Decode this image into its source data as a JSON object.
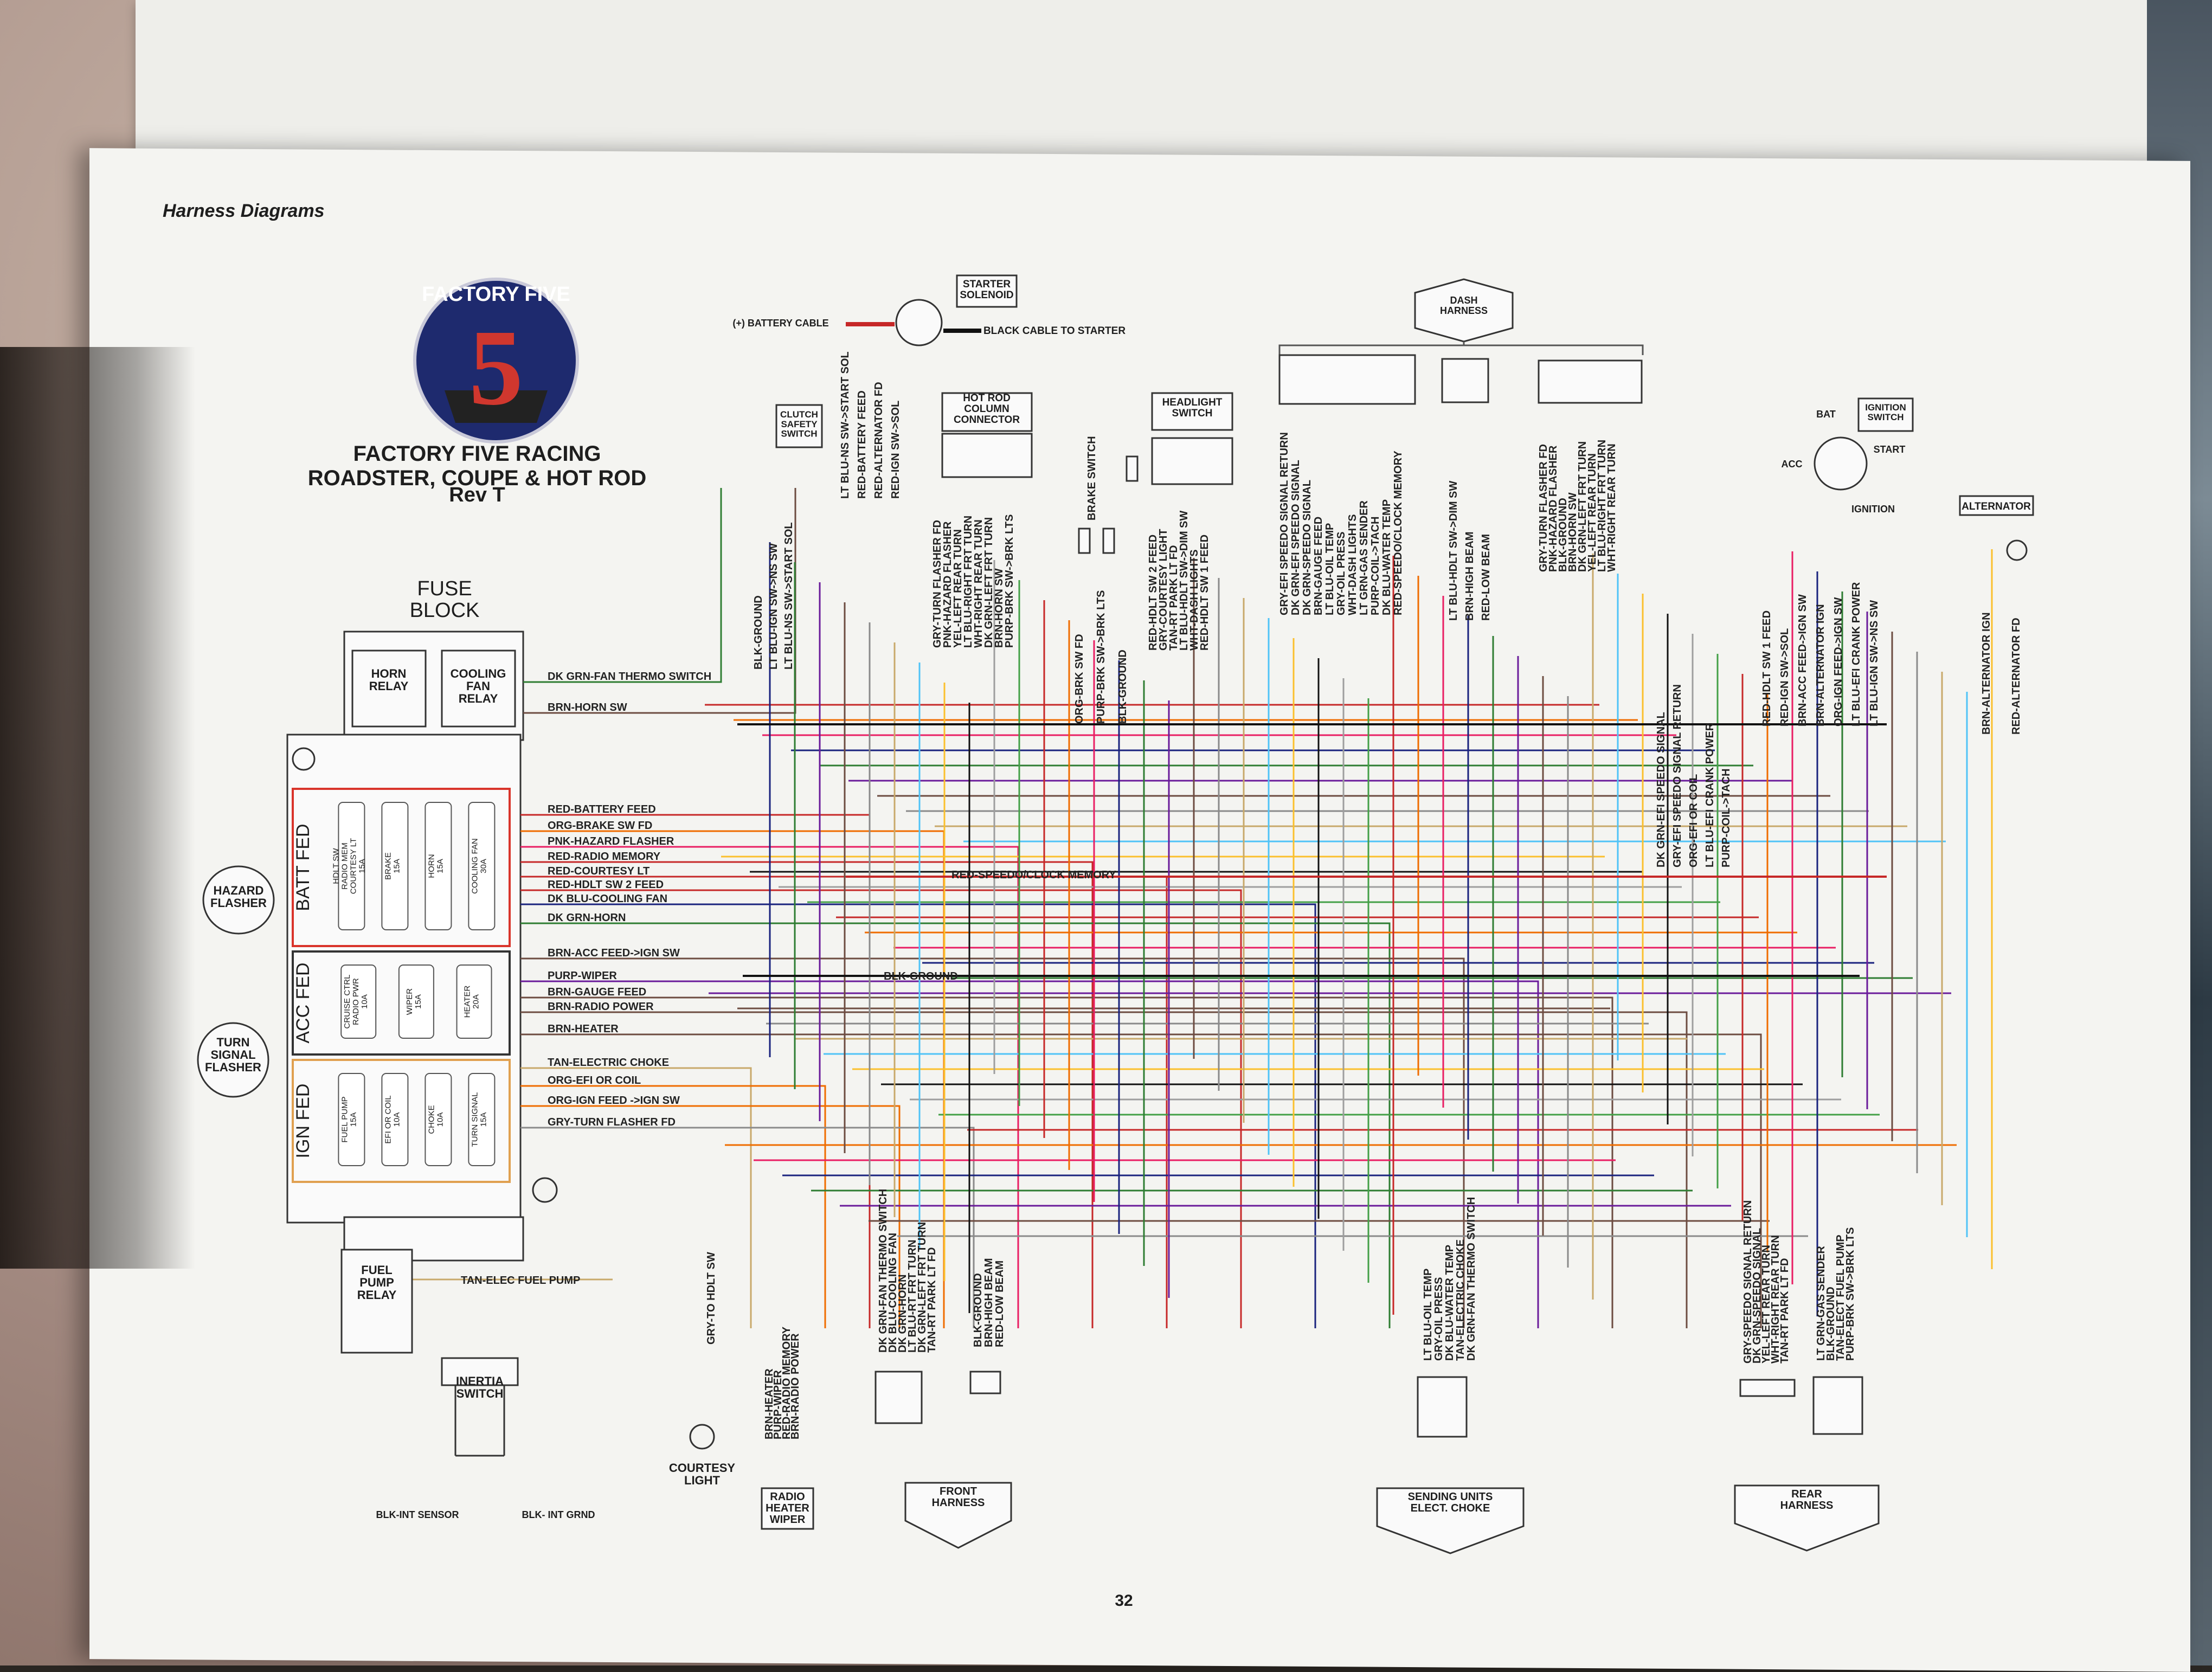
{
  "header": {
    "section": "Harness Diagrams"
  },
  "logo": {
    "text": "FACTORY FIVE",
    "numeral": "5"
  },
  "title": {
    "line1": "FACTORY FIVE RACING",
    "line2": "ROADSTER, COUPE & HOT ROD",
    "line3": "Rev T"
  },
  "fuse_block": {
    "title": "FUSE\nBLOCK",
    "relays": [
      "HORN\nRELAY",
      "COOLING\nFAN\nRELAY"
    ],
    "sections": [
      {
        "name": "BATT FED",
        "fuses": [
          "HDLT SW\nRADIO MEM\nCOURTESY LT\n15A",
          "BRAKE\n15A",
          "HORN\n15A",
          "COOLING FAN\n30A"
        ]
      },
      {
        "name": "ACC FED",
        "fuses": [
          "CRUISE CTRL\nRADIO PWR\n10A",
          "WIPER\n15A",
          "HEATER\n20A"
        ]
      },
      {
        "name": "IGN FED",
        "fuses": [
          "FUEL PUMP\n15A",
          "EFI OR COIL\n10A",
          "CHOKE\n10A",
          "TURN SIGNAL\n15A"
        ]
      }
    ]
  },
  "components": {
    "hazard_flasher": "HAZARD\nFLASHER",
    "turn_signal_flasher": "TURN\nSIGNAL\nFLASHER",
    "fuel_pump_relay": "FUEL\nPUMP\nRELAY",
    "inertia_switch": "INERTIA\nSWITCH",
    "courtesy_light": "COURTESY\nLIGHT",
    "starter_solenoid": "STARTER\nSOLENOID",
    "battery_cable": "(+) BATTERY CABLE",
    "black_cable": "BLACK CABLE TO STARTER",
    "clutch_safety_switch": "CLUTCH\nSAFETY\nSWITCH",
    "hot_rod_column": "HOT ROD\nCOLUMN\nCONNECTOR",
    "brake_switch": "BRAKE SWITCH",
    "headlight_switch": "HEADLIGHT\nSWITCH",
    "dash_harness": "DASH\nHARNESS",
    "ignition_switch": "IGNITION\nSWITCH",
    "ign_terminals": [
      "BAT",
      "ACC",
      "START",
      "IGNITION"
    ],
    "alternator": "ALTERNATOR"
  },
  "fuse_wires": [
    {
      "label": "DK GRN-FAN THERMO SWITCH",
      "color": "#2e7d32"
    },
    {
      "label": "BRN-HORN SW",
      "color": "#6d4c41"
    },
    {
      "label": "RED-BATTERY FEED",
      "color": "#c62828"
    },
    {
      "label": "ORG-BRAKE SW FD",
      "color": "#ef6c00"
    },
    {
      "label": "PNK-HAZARD FLASHER",
      "color": "#e91e63"
    },
    {
      "label": "RED-RADIO MEMORY",
      "color": "#c62828"
    },
    {
      "label": "RED-COURTESY LT",
      "color": "#c62828"
    },
    {
      "label": "RED-HDLT SW 2 FEED",
      "color": "#c62828"
    },
    {
      "label": "DK BLU-COOLING FAN",
      "color": "#1a237e"
    },
    {
      "label": "DK GRN-HORN",
      "color": "#2e7d32"
    },
    {
      "label": "BRN-ACC FEED->IGN SW",
      "color": "#6d4c41"
    },
    {
      "label": "PURP-WIPER",
      "color": "#6a1b9a"
    },
    {
      "label": "BRN-GAUGE FEED",
      "color": "#6d4c41"
    },
    {
      "label": "BRN-RADIO POWER",
      "color": "#6d4c41"
    },
    {
      "label": "BRN-HEATER",
      "color": "#6d4c41"
    },
    {
      "label": "TAN-ELECTRIC CHOKE",
      "color": "#c8a96a"
    },
    {
      "label": "ORG-EFI OR COIL",
      "color": "#ef6c00"
    },
    {
      "label": "ORG-IGN FEED ->IGN SW",
      "color": "#ef6c00"
    },
    {
      "label": "GRY-TURN FLASHER FD",
      "color": "#8a8a8a"
    }
  ],
  "mid_labels": {
    "speedo_clock": "RED-SPEEDO/CLOCK MEMORY",
    "blk_ground": "BLK-GROUND",
    "tan_elec_fuel_pump": "TAN-ELEC FUEL PUMP",
    "gry_hdlt": "GRY-TO HDLT SW"
  },
  "inertia_labels": [
    "BLK-INT SENSOR",
    "BLK- INT GRND"
  ],
  "clutch_wires": [
    "BLK-GROUND",
    "LT BLU-IGN SW->NS SW",
    "LT BLU-NS SW->START SOL"
  ],
  "starter_wires": [
    "LT BLU-NS SW->START SOL",
    "RED-BATTERY FEED",
    "RED-ALTERNATOR FD",
    "RED-IGN SW->SOL"
  ],
  "column_wires": [
    "GRY-TURN FLASHER FD",
    "PNK-HAZARD FLASHER",
    "YEL-LEFT REAR TURN",
    "LT BLU-RIGHT FRT TURN",
    "WHT-RIGHT REAR TURN",
    "DK GRN-LEFT FRT TURN",
    "BRN-HORN SW",
    "PURP-BRK SW->BRK LTS"
  ],
  "brake_wires": [
    "ORG-BRK SW FD",
    "PURP-BRK SW->BRK LTS",
    "BLK-GROUND"
  ],
  "headlight_wires": [
    "RED-HDLT SW 2 FEED",
    "GRY-COURTESY LIGHT",
    "TAN-RT PARK LT FD",
    "LT BLU-HDLT SW->DIM SW",
    "WHT-DASH LIGHTS",
    "RED-HDLT SW 1 FEED"
  ],
  "dash_wires_a": [
    "GRY-EFI SPEEDO SIGNAL RETURN",
    "DK GRN-EFI SPEEDO SIGNAL",
    "DK GRN-SPEEDO SIGNAL",
    "BRN-GAUGE FEED",
    "LT BLU-OIL TEMP",
    "GRY-OIL PRESS",
    "WHT-DASH LIGHTS",
    "LT GRN-GAS SENDER",
    "PURP-COIL->TACH",
    "DK BLU-WATER TEMP",
    "RED-SPEEDO/CLOCK MEMORY"
  ],
  "dash_wires_b": [
    "LT BLU-HDLT SW->DIM SW",
    "BRN-HIGH BEAM",
    "RED-LOW BEAM"
  ],
  "dash_wires_c": [
    "GRY-TURN FLASHER FD",
    "PNK-HAZARD FLASHER",
    "BLK-GROUND",
    "BRN-HORN SW",
    "DK GRN-LEFT FRT TURN",
    "YEL-LEFT REAR TURN",
    "LT BLU-RIGHT FRT TURN",
    "WHT-RIGHT REAR TURN"
  ],
  "efi_wires": [
    "DK GRN-EFI SPEEDO SIGNAL",
    "GRY-EFI SPEEDO SIGNAL RETURN",
    "ORG-EFI OR COIL",
    "LT BLU-EFI CRANK POWER",
    "PURP-COIL->TACH"
  ],
  "ign_wires": [
    "RED-HDLT SW 1 FEED",
    "RED-IGN SW->SOL",
    "BRN-ACC FEED->IGN SW",
    "BRN-ALTERNATOR IGN",
    "ORG-IGN FEED->IGN SW",
    "LT BLU-EFI CRANK POWER",
    "LT BLU-IGN SW->NS SW"
  ],
  "alt_wires": [
    "BRN-ALTERNATOR IGN",
    "RED-ALTERNATOR FD"
  ],
  "bottom_radio": [
    "BRN-HEATER",
    "PURP-WIPER",
    "RED-RADIO MEMORY",
    "BRN-RADIO POWER"
  ],
  "bottom_front_a": [
    "DK GRN-FAN THERMO SWITCH",
    "DK BLU-COOLING FAN",
    "DK GRN-HORN",
    "LT BLU-RT FRT TURN",
    "DK GRN-LEFT FRT TURN",
    "TAN-RT PARK LT FD"
  ],
  "bottom_front_b": [
    "BLK-GROUND",
    "BRN-HIGH BEAM",
    "RED-LOW BEAM"
  ],
  "bottom_sending": [
    "LT BLU-OIL TEMP",
    "GRY-OIL PRESS",
    "DK BLU-WATER TEMP",
    "TAN-ELECTRIC CHOKE",
    "DK GRN-FAN THERMO SWITCH"
  ],
  "bottom_rear_a": [
    "GRY-SPEEDO SIGNAL RETURN",
    "DK GRN-SPEEDO SIGNAL",
    "YEL-LEFT REAR TURN",
    "WHT-RIGHT REAR TURN",
    "TAN-RT PARK LT FD"
  ],
  "bottom_rear_b": [
    "LT GRN-GAS SENDER",
    "BLK-GROUND",
    "TAN-ELECT FUEL PUMP",
    "PURP-BRK SW->BRK LTS"
  ],
  "harness_labels": {
    "radio": "RADIO\nHEATER\nWIPER",
    "front": "FRONT\nHARNESS",
    "sending": "SENDING UNITS\nELECT. CHOKE",
    "rear": "REAR\nHARNESS"
  },
  "page_number": "32"
}
